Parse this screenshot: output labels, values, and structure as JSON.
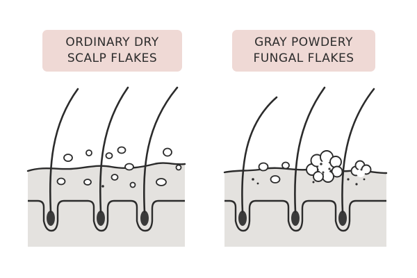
{
  "panels": {
    "left": {
      "title_line1": "ORDINARY DRY",
      "title_line2": "SCALP FLAKES"
    },
    "right": {
      "title_line1": "GRAY POWDERY",
      "title_line2": "FUNGAL FLAKES"
    }
  },
  "colors": {
    "label_background": "#efd9d5",
    "skin_fill": "#e4e2df",
    "outline": "#2b2b2b",
    "follicle_bulb": "#3a3a3a"
  },
  "icons": [
    "hair-follicle-icon",
    "dry-flake-icon",
    "fungal-flake-cluster-icon"
  ]
}
